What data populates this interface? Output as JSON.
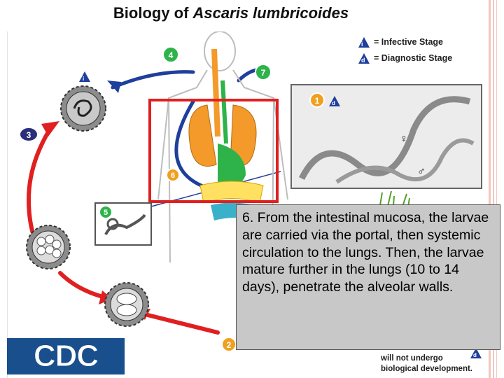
{
  "title": {
    "prefix": "Biology of ",
    "species": "Ascaris lumbricoides"
  },
  "legend": [
    {
      "mark": "i",
      "label": "= Infective Stage"
    },
    {
      "mark": "d",
      "label": "= Diagnostic Stage"
    }
  ],
  "steps": {
    "s1": "1",
    "s2": "2",
    "s3": "3",
    "s4": "4",
    "s5": "5",
    "s6": "6",
    "s7": "7"
  },
  "markers": {
    "infective": "i",
    "diagnostic": "d"
  },
  "symbols": {
    "female": "♀",
    "male": "♂"
  },
  "callout": "6. From the intestinal mucosa, the larvae are carried via the portal, then systemic circulation to the lungs. Then, the larvae mature further in the lungs (10 to 14 days), penetrate the alveolar walls.",
  "bottom_note": {
    "line1": "will not undergo",
    "line2": "biological development."
  },
  "logo": "CDC",
  "colors": {
    "red_arrow": "#e02020",
    "blue_arrow": "#1f3f9c",
    "step_circle": "#f0a020",
    "highlight_box": "#e02020",
    "lungs": "#f39a2a",
    "intestine_green": "#2db34a",
    "legend_triangle": "#1f3f9c"
  }
}
